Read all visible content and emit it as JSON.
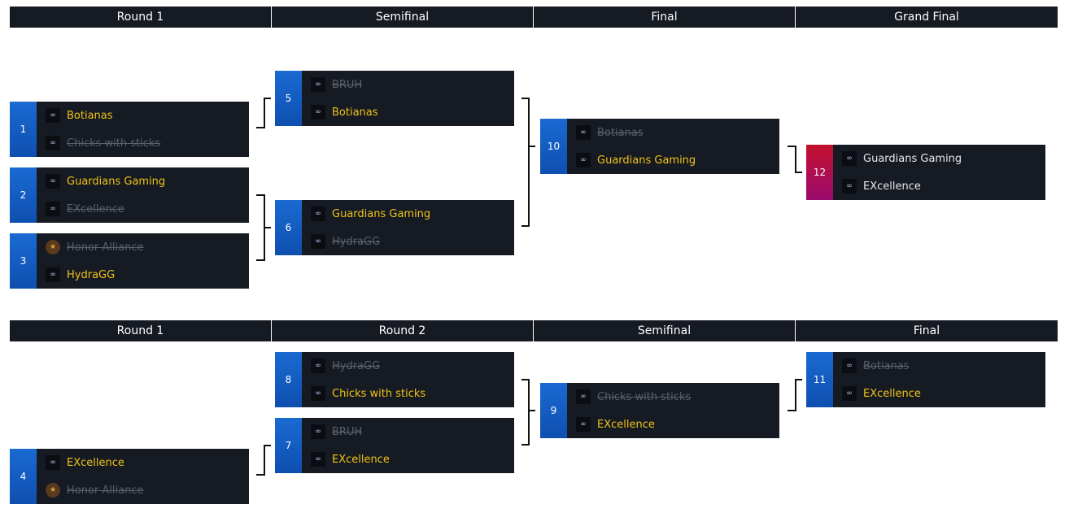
{
  "upper": {
    "headers": [
      "Round 1",
      "Semifinal",
      "Final",
      "Grand Final"
    ]
  },
  "lower": {
    "headers": [
      "Round 1",
      "Round 2",
      "Semifinal",
      "Final"
    ]
  },
  "matches": [
    {
      "id": "1",
      "teams": [
        {
          "name": "Botianas",
          "state": "win",
          "logo": "link"
        },
        {
          "name": "Chicks with sticks",
          "state": "lose",
          "logo": "link"
        }
      ]
    },
    {
      "id": "2",
      "teams": [
        {
          "name": "Guardians Gaming",
          "state": "win",
          "logo": "link"
        },
        {
          "name": "EXcellence",
          "state": "lose",
          "logo": "link"
        }
      ]
    },
    {
      "id": "3",
      "teams": [
        {
          "name": "Honor Alliance",
          "state": "lose",
          "logo": "honor"
        },
        {
          "name": "HydraGG",
          "state": "win",
          "logo": "link"
        }
      ]
    },
    {
      "id": "5",
      "teams": [
        {
          "name": "BRUH",
          "state": "lose",
          "logo": "link"
        },
        {
          "name": "Botianas",
          "state": "win",
          "logo": "link"
        }
      ]
    },
    {
      "id": "6",
      "teams": [
        {
          "name": "Guardians Gaming",
          "state": "win",
          "logo": "link"
        },
        {
          "name": "HydraGG",
          "state": "lose",
          "logo": "link"
        }
      ]
    },
    {
      "id": "10",
      "teams": [
        {
          "name": "Botianas",
          "state": "lose",
          "logo": "link"
        },
        {
          "name": "Guardians Gaming",
          "state": "win",
          "logo": "link"
        }
      ]
    },
    {
      "id": "12",
      "teams": [
        {
          "name": "Guardians Gaming",
          "state": "neutral",
          "logo": "link"
        },
        {
          "name": "EXcellence",
          "state": "neutral",
          "logo": "link"
        }
      ]
    },
    {
      "id": "8",
      "teams": [
        {
          "name": "HydraGG",
          "state": "lose",
          "logo": "link"
        },
        {
          "name": "Chicks with sticks",
          "state": "win",
          "logo": "link"
        }
      ]
    },
    {
      "id": "7",
      "teams": [
        {
          "name": "BRUH",
          "state": "lose",
          "logo": "link"
        },
        {
          "name": "EXcellence",
          "state": "win",
          "logo": "link"
        }
      ]
    },
    {
      "id": "4",
      "teams": [
        {
          "name": "EXcellence",
          "state": "win",
          "logo": "link"
        },
        {
          "name": "Honor Alliance",
          "state": "lose",
          "logo": "honor"
        }
      ]
    },
    {
      "id": "9",
      "teams": [
        {
          "name": "Chicks with sticks",
          "state": "lose",
          "logo": "link"
        },
        {
          "name": "EXcellence",
          "state": "win",
          "logo": "link"
        }
      ]
    },
    {
      "id": "11",
      "teams": [
        {
          "name": "Botianas",
          "state": "lose",
          "logo": "link"
        },
        {
          "name": "EXcellence",
          "state": "win",
          "logo": "link"
        }
      ]
    }
  ]
}
